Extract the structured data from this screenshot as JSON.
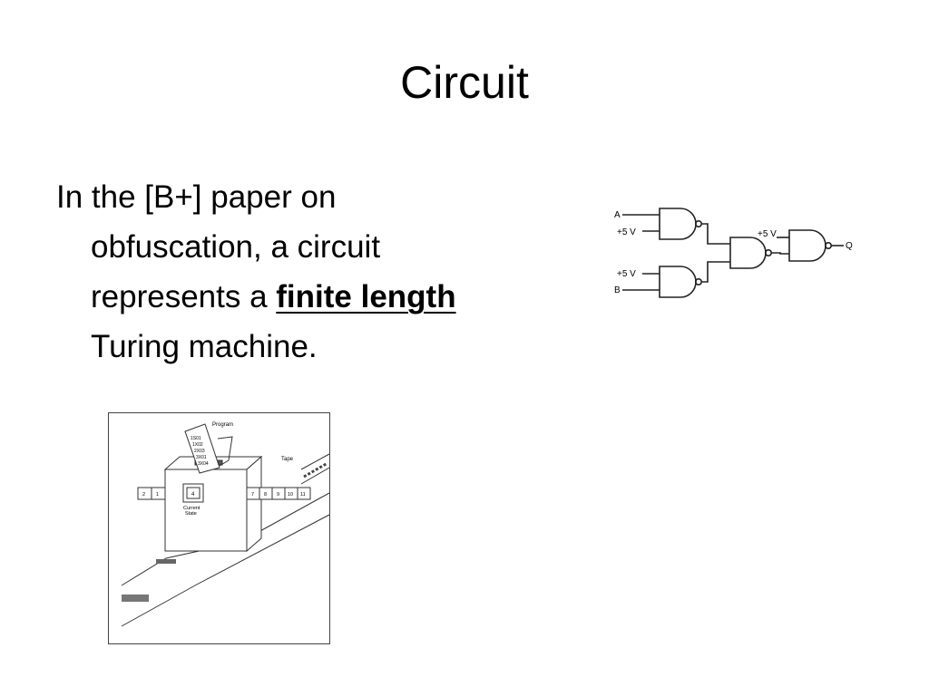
{
  "slide": {
    "title": "Circuit",
    "text_part1": "In the [B+] paper on",
    "text_part2": "obfuscation, a circuit",
    "text_part3": "represents a ",
    "emphasis": "finite length",
    "text_part4": "Turing machine."
  },
  "circuit": {
    "input_a": "A",
    "input_b": "B",
    "vcc_top": "+5  V",
    "vcc_bottom": "+5  V",
    "vcc_middle": "+5  V",
    "output": "Q"
  },
  "turing": {
    "program_label": "Program",
    "program_lines": [
      "1S01",
      "1X02",
      "2X03",
      "3X01",
      "3X04"
    ],
    "tape_label": "Tape",
    "state_value": "4",
    "state_label_1": "Current",
    "state_label_2": "State",
    "cells_left": [
      "2",
      "1"
    ],
    "cells_right": [
      "7",
      "8",
      "9",
      "10",
      "11"
    ]
  }
}
